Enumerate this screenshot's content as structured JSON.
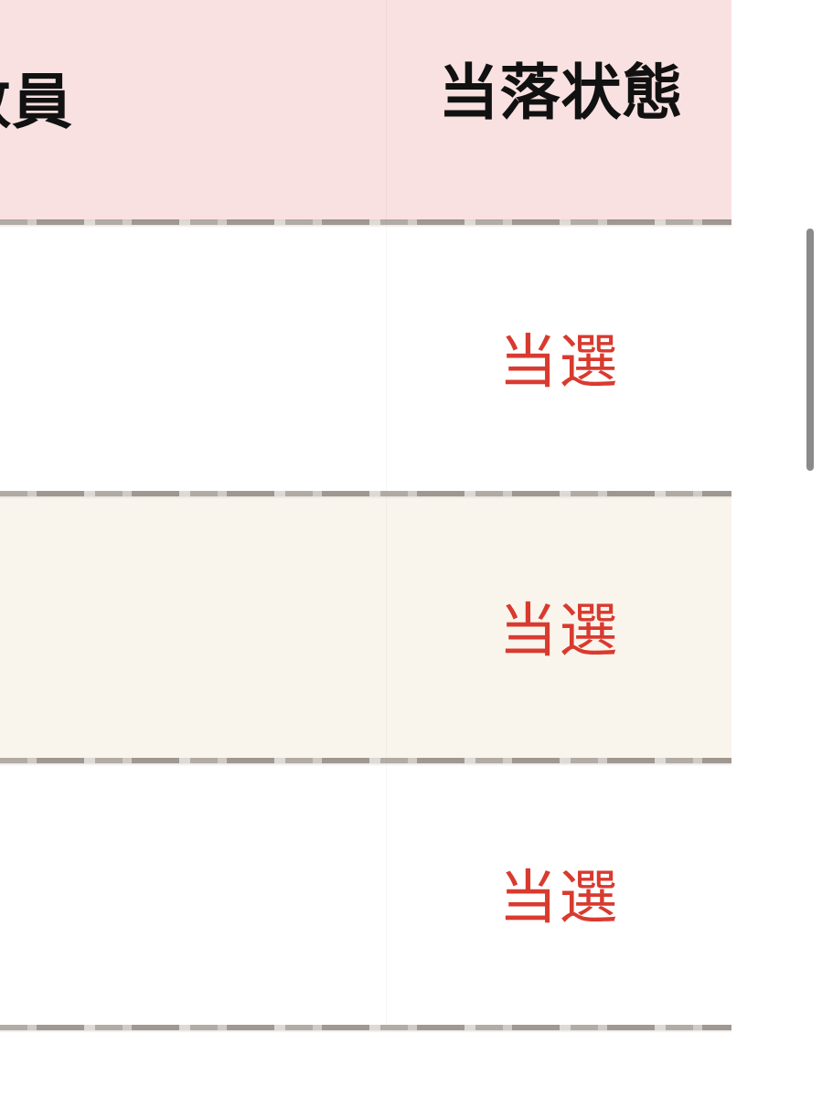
{
  "table": {
    "header": {
      "col_a_clipped": "数員",
      "col_b": "当落状態"
    },
    "rows": [
      {
        "status": "当選"
      },
      {
        "status": "当選"
      },
      {
        "status": "当選"
      }
    ]
  },
  "colors": {
    "header_bg": "#f9e1e1",
    "row_alt_bg": "#f9f5ec",
    "status_text": "#d93a2f",
    "scrollbar": "#8a8a8a"
  }
}
